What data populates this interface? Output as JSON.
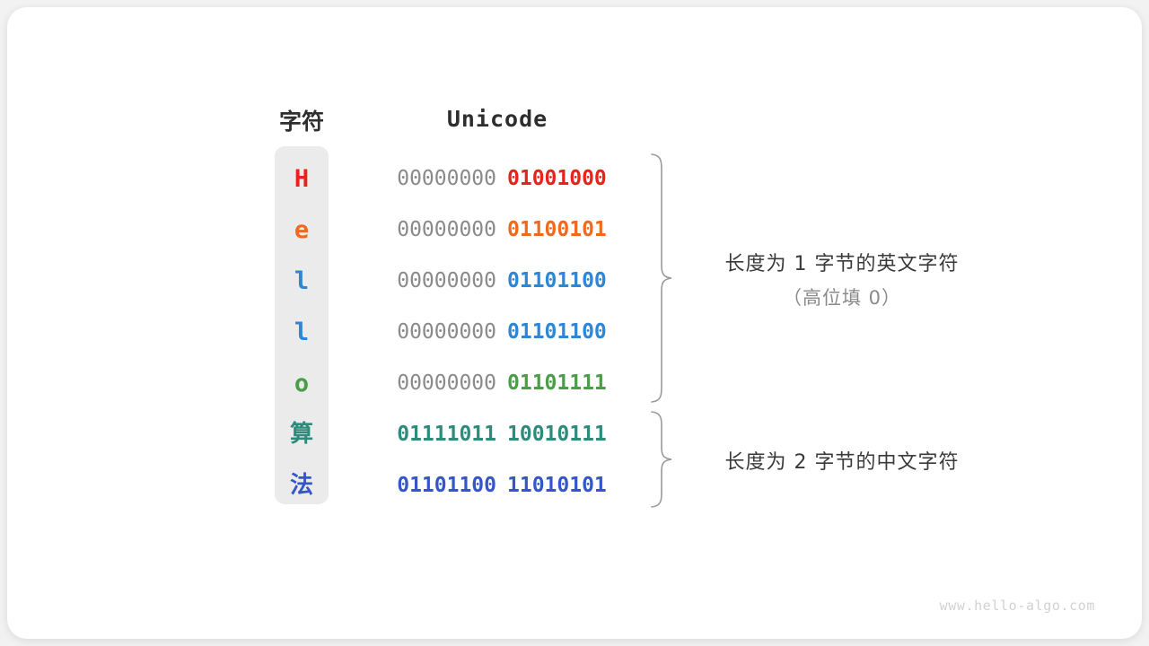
{
  "figure": {
    "headers": {
      "character": "字符",
      "unicode": "Unicode"
    },
    "rows": [
      {
        "char": "H",
        "color": "#E8231E",
        "high_byte": "00000000",
        "low_byte": "01001000",
        "high_filled": false,
        "cjk": false
      },
      {
        "char": "e",
        "color": "#F06A1E",
        "high_byte": "00000000",
        "low_byte": "01100101",
        "high_filled": false,
        "cjk": false
      },
      {
        "char": "l",
        "color": "#2E86D6",
        "high_byte": "00000000",
        "low_byte": "01101100",
        "high_filled": false,
        "cjk": false
      },
      {
        "char": "l",
        "color": "#2E86D6",
        "high_byte": "00000000",
        "low_byte": "01101100",
        "high_filled": false,
        "cjk": false
      },
      {
        "char": "o",
        "color": "#4A9E48",
        "high_byte": "00000000",
        "low_byte": "01101111",
        "high_filled": false,
        "cjk": false
      },
      {
        "char": "算",
        "color": "#2E8B7C",
        "high_byte": "01111011",
        "low_byte": "10010111",
        "high_filled": true,
        "cjk": true
      },
      {
        "char": "法",
        "color": "#3556CB",
        "high_byte": "01101100",
        "low_byte": "11010101",
        "high_filled": true,
        "cjk": true
      }
    ],
    "annotations": [
      {
        "main": "长度为 1 字节的英文字符",
        "sub": "（高位填 0）"
      },
      {
        "main": "长度为 2 字节的中文字符",
        "sub": ""
      }
    ],
    "watermark": "www.hello-algo.com",
    "colors": {
      "background": "#f2f2f2",
      "card": "#ffffff",
      "char_panel": "#ebebeb",
      "high_byte_gray": "#8a8a8a",
      "brace": "#9a9a9a"
    }
  }
}
